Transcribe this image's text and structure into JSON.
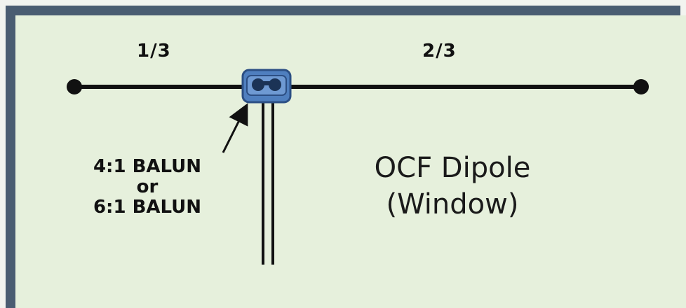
{
  "diagram": {
    "segment_left_label": "1/3",
    "segment_right_label": "2/3",
    "balun_label_line1": "4:1 BALUN",
    "balun_label_line2": "or",
    "balun_label_line3": "6:1 BALUN",
    "title_line1": "OCF Dipole",
    "title_line2": "(Window)"
  },
  "colors": {
    "frame": "#4a5d72",
    "panel": "#e6f0dc",
    "wire": "#111111",
    "balun_fill": "#4f7fbf",
    "balun_stroke": "#2c4f84"
  }
}
